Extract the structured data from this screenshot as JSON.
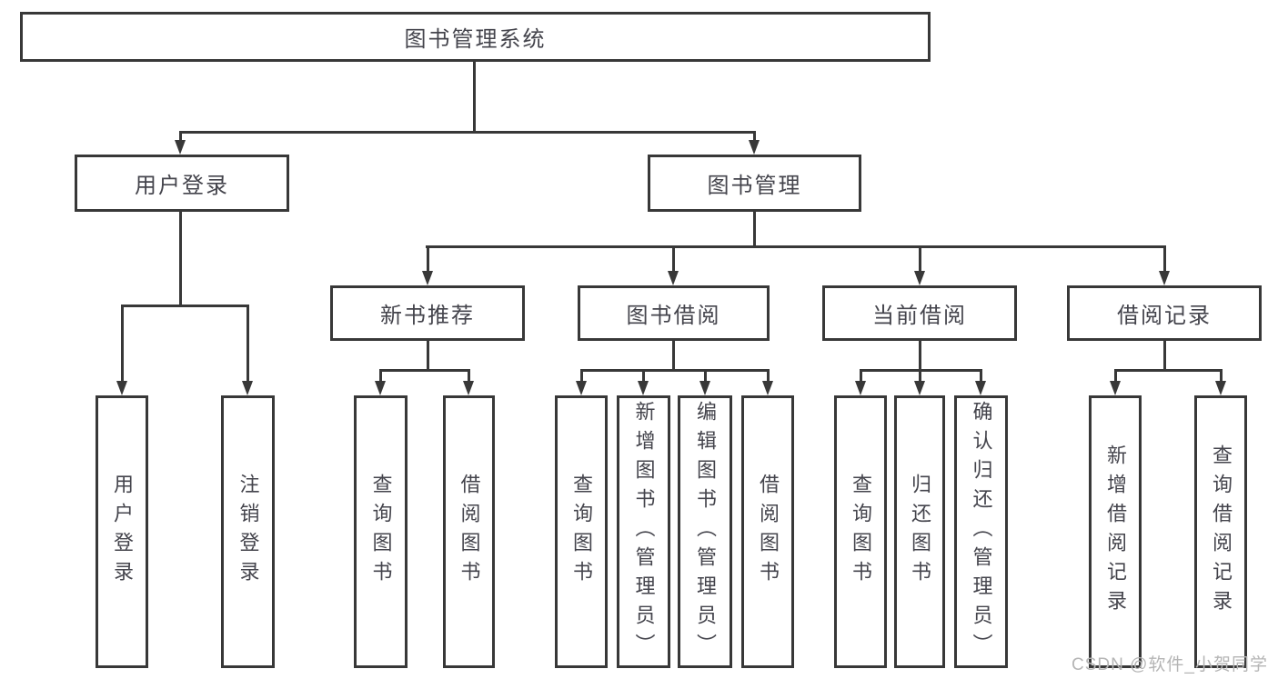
{
  "diagram": {
    "title_node": {
      "label": "图书管理系统"
    },
    "level2": [
      {
        "label": "用户登录"
      },
      {
        "label": "图书管理"
      }
    ],
    "level3": [
      {
        "label": "新书推荐"
      },
      {
        "label": "图书借阅"
      },
      {
        "label": "当前借阅"
      },
      {
        "label": "借阅记录"
      }
    ],
    "leaves": [
      {
        "parent": "用户登录",
        "label": "用户登录"
      },
      {
        "parent": "用户登录",
        "label": "注销登录"
      },
      {
        "parent": "新书推荐",
        "label": "查询图书"
      },
      {
        "parent": "新书推荐",
        "label": "借阅图书"
      },
      {
        "parent": "图书借阅",
        "label": "查询图书"
      },
      {
        "parent": "图书借阅",
        "label": "新增图书（管理员）"
      },
      {
        "parent": "图书借阅",
        "label": "编辑图书（管理员）"
      },
      {
        "parent": "图书借阅",
        "label": "借阅图书"
      },
      {
        "parent": "当前借阅",
        "label": "查询图书"
      },
      {
        "parent": "当前借阅",
        "label": "归还图书"
      },
      {
        "parent": "当前借阅",
        "label": "确认归还（管理员）"
      },
      {
        "parent": "借阅记录",
        "label": "新增借阅记录"
      },
      {
        "parent": "借阅记录",
        "label": "查询借阅记录"
      }
    ]
  },
  "watermark": {
    "text": "CSDN @软件_小贺同学"
  },
  "colors": {
    "line": "#383838",
    "text": "#44444c",
    "watermark": "#b5b5b5",
    "background": "#ffffff"
  }
}
